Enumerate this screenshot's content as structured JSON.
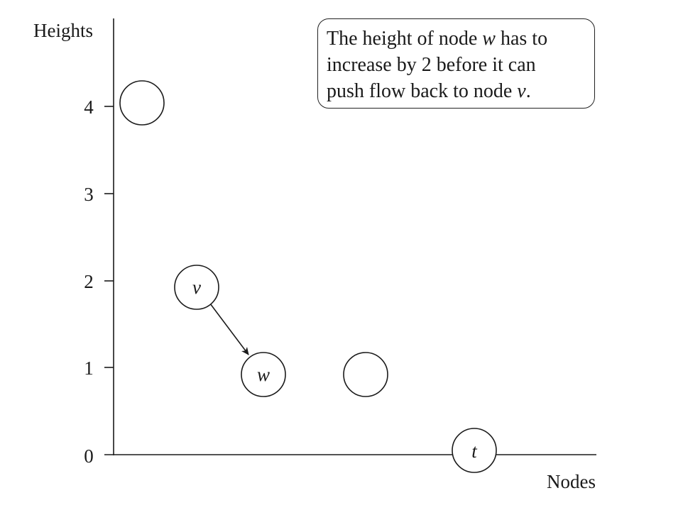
{
  "axes": {
    "y_label": "Heights",
    "x_label": "Nodes",
    "y_ticks": [
      "0",
      "1",
      "2",
      "3",
      "4"
    ]
  },
  "nodes": [
    {
      "label": "",
      "height": 4
    },
    {
      "label": "v",
      "height": 2
    },
    {
      "label": "w",
      "height": 1
    },
    {
      "label": "",
      "height": 1
    },
    {
      "label": "t",
      "height": 0
    }
  ],
  "edges": [
    {
      "from": "v",
      "to": "w"
    }
  ],
  "callout": {
    "line1_a": "The height of node ",
    "line1_var": "w",
    "line1_b": " has to",
    "line2": "increase by 2 before it can",
    "line3_a": "push flow back to node ",
    "line3_var": "v",
    "line3_b": "."
  }
}
